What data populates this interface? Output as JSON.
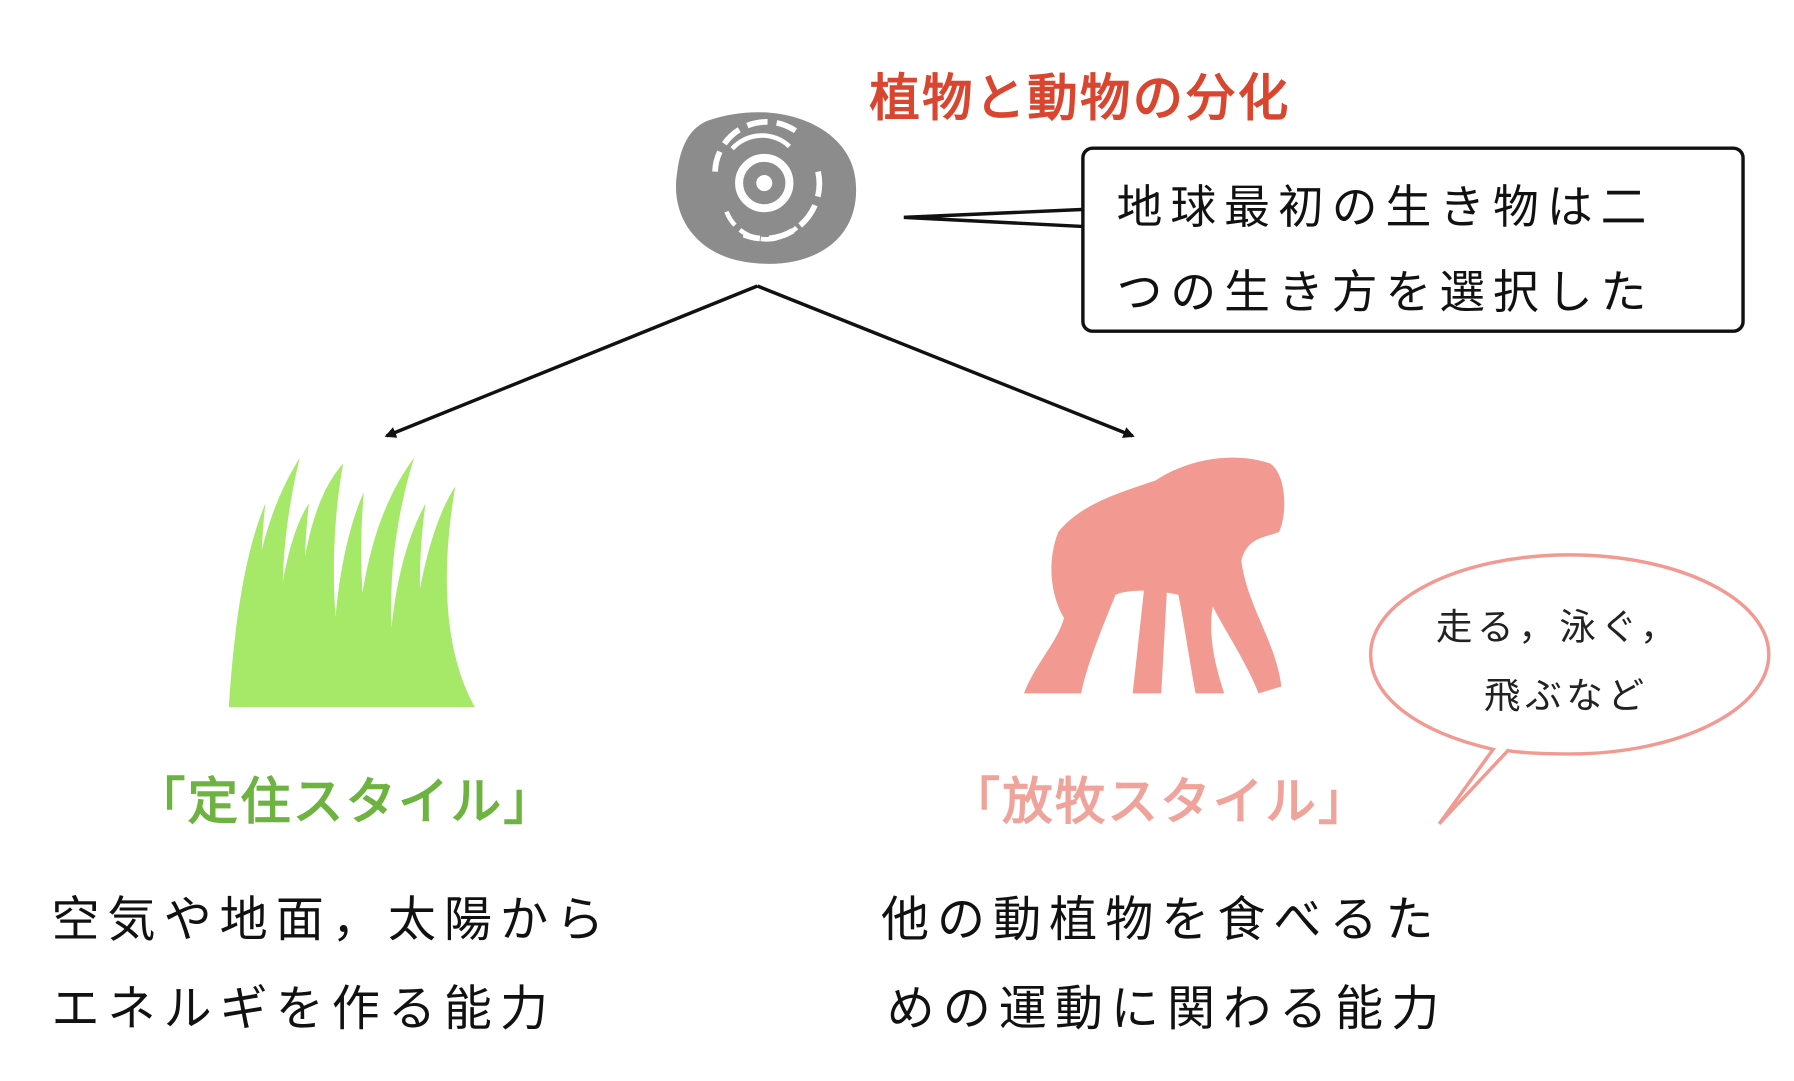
{
  "title": "植物と動物の分化",
  "callout": {
    "lines": [
      "地球最初の生き物は二",
      "つの生き方を選択した"
    ]
  },
  "plant": {
    "label": "「定住スタイル」",
    "description": [
      "空気や地面，太陽から",
      "エネルギを作る能力"
    ],
    "color": "#a6e868"
  },
  "animal": {
    "label": "「放牧スタイル」",
    "description": [
      "他の動植物を食べるた",
      "めの運動に関わる能力"
    ],
    "color": "#f29a92"
  },
  "bubble": {
    "lines": [
      "走る，泳ぐ，",
      "飛ぶなど"
    ]
  },
  "colors": {
    "title": "#d9452e",
    "cell": "#8c8c8c",
    "plant_label": "#6db33f",
    "animal_label": "#f0a39a"
  }
}
